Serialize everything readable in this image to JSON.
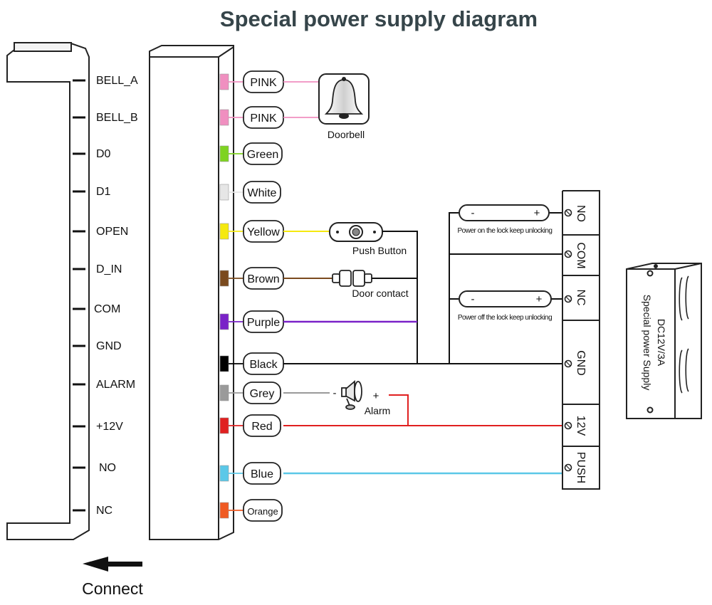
{
  "title": "Special power supply diagram",
  "terminals": [
    "BELL_A",
    "BELL_B",
    "D0",
    "D1",
    "OPEN",
    "D_IN",
    "COM",
    "GND",
    "ALARM",
    "+12V",
    "NO",
    "NC"
  ],
  "wires": [
    {
      "label": "PINK",
      "color": "#f08fc0"
    },
    {
      "label": "PINK",
      "color": "#f08fc0"
    },
    {
      "label": "Green",
      "color": "#7ed321"
    },
    {
      "label": "White",
      "color": "#e6e6e6"
    },
    {
      "label": "Yellow",
      "color": "#f5e90f"
    },
    {
      "label": "Brown",
      "color": "#7a4a1e"
    },
    {
      "label": "Purple",
      "color": "#7a22c8"
    },
    {
      "label": "Black",
      "color": "#000000"
    },
    {
      "label": "Grey",
      "color": "#9a9a9a"
    },
    {
      "label": "Red",
      "color": "#e02020"
    },
    {
      "label": "Blue",
      "color": "#5bc8e8"
    },
    {
      "label": "Orange",
      "color": "#f05a22"
    }
  ],
  "devices": {
    "doorbell": "Doorbell",
    "push_button": "Push Button",
    "door_contact": "Door contact",
    "alarm": "Alarm",
    "alarm_minus": "-",
    "alarm_plus": "+"
  },
  "lock_on": {
    "label": "Power on the lock keep unlocking",
    "minus": "-",
    "plus": "+"
  },
  "lock_off": {
    "label": "Power off the lock keep unlocking",
    "minus": "-",
    "plus": "+"
  },
  "psu_terminals": [
    "NO",
    "COM",
    "NC",
    "GND",
    "12V",
    "PUSH"
  ],
  "psu_box": {
    "rating": "DC12V/3A",
    "name": "Special power Supply"
  },
  "connect_label": "Connect"
}
